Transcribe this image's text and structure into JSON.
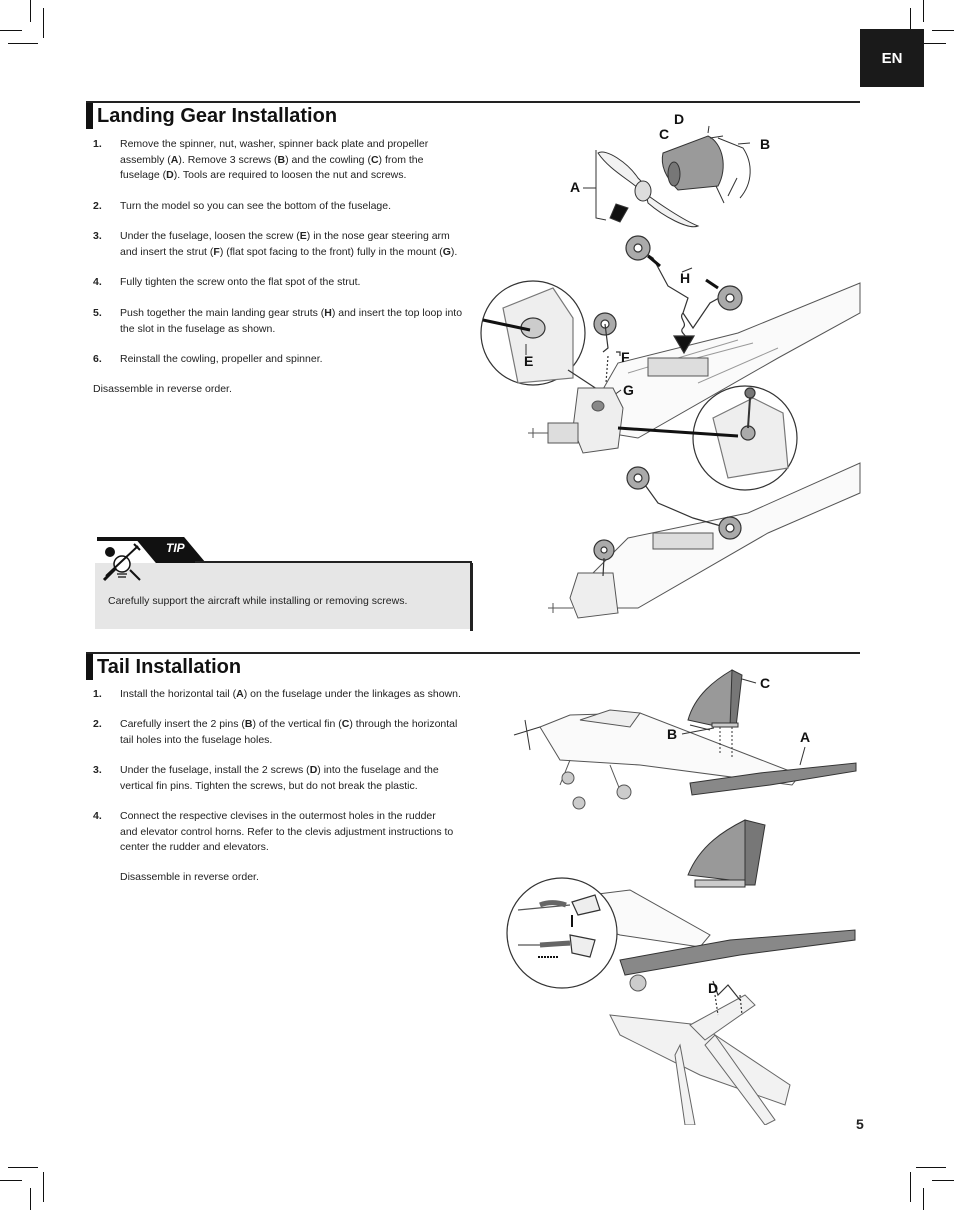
{
  "language_tab": "EN",
  "page_number": "5",
  "landing_gear": {
    "title": "Landing Gear Installation",
    "steps": [
      {
        "num": "1.",
        "line1": "Remove the spinner, nut, washer, spinner back plate and propeller",
        "line2": "assembly (A). Remove 3 screws (B) and the cowling (C) from the",
        "line3": "fuselage (D). Tools are required to loosen the nut and screws."
      },
      {
        "num": "2.",
        "line1": "Turn the model so you can see the bottom of the fuselage."
      },
      {
        "num": "3.",
        "line1": "Under the fuselage, loosen the screw (E) in the nose gear steering arm",
        "line2": "and insert the strut (F) (flat spot facing to the front) fully in the mount (G)."
      },
      {
        "num": "4.",
        "line1": "Fully tighten the screw onto the flat spot of the strut."
      },
      {
        "num": "5.",
        "line1": "Push together the main landing gear struts (H) and insert the top loop into",
        "line2": "the slot in the fuselage as shown."
      },
      {
        "num": "6.",
        "line1": "Reinstall the cowling, propeller and spinner."
      }
    ],
    "note": "Disassemble in reverse order.",
    "callouts": [
      "A",
      "B",
      "C",
      "D",
      "E",
      "F",
      "G",
      "H"
    ]
  },
  "tip": {
    "label": "TIP",
    "text": "Carefully support the aircraft while installing or removing screws."
  },
  "tail": {
    "title": "Tail Installation",
    "steps": [
      {
        "num": "1.",
        "line1": "Install the horizontal tail (A) on the fuselage under the linkages as shown."
      },
      {
        "num": "2.",
        "line1": "Carefully insert the 2 pins (B) of the vertical fin (C) through the horizontal",
        "line2": "tail holes into the fuselage holes."
      },
      {
        "num": "3.",
        "line1": "Under the fuselage, install the 2 screws (D) into the fuselage and the",
        "line2": "vertical fin pins. Tighten the screws, but do not break the plastic."
      },
      {
        "num": "4.",
        "line1": "Connect the respective clevises in the outermost holes in the rudder",
        "line2": "and elevator control horns. Refer to the clevis adjustment instructions to",
        "line3": "center the rudder and elevators."
      }
    ],
    "note": "Disassemble in reverse order.",
    "callouts": [
      "A",
      "B",
      "C",
      "D"
    ]
  }
}
